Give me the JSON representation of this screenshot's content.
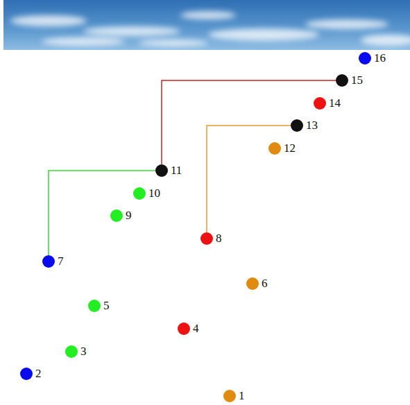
{
  "diagram": {
    "nodes": [
      {
        "text": [
          "1"
        ]
      },
      {
        "text": [
          "2"
        ]
      },
      {
        "text": [
          "3"
        ]
      },
      {
        "text": [
          "4"
        ]
      },
      {
        "text": [
          "5"
        ]
      },
      {
        "text": [
          "6"
        ]
      },
      {
        "text": [
          "7"
        ]
      },
      {
        "text": [
          "8"
        ]
      },
      {
        "text": [
          "9"
        ]
      },
      {
        "text": [
          "10"
        ]
      },
      {
        "text": [
          "11"
        ]
      },
      {
        "text": [
          "12"
        ]
      },
      {
        "text": [
          "13"
        ]
      },
      {
        "text": [
          "14"
        ]
      },
      {
        "text": [
          "15"
        ]
      },
      {
        "text": [
          "16"
        ]
      }
    ],
    "edges": [
      {
        "from": 10,
        "to": 6,
        "arrow": "none"
      },
      {
        "from": 14,
        "to": 10,
        "arrow": "none"
      },
      {
        "from": 12,
        "to": 7,
        "arrow": "none"
      }
    ]
  }
}
